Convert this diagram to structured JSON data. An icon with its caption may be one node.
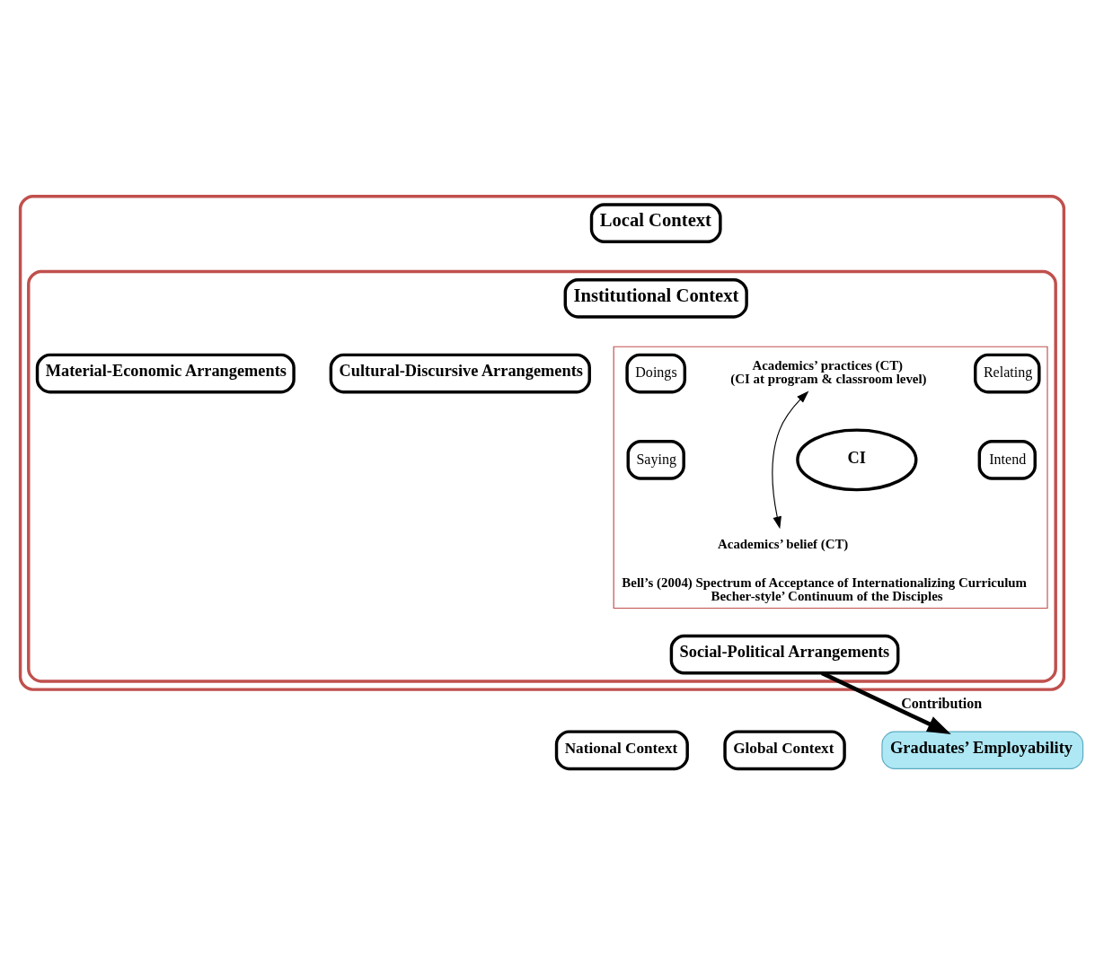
{
  "diagram": {
    "nodes": [
      {
        "text": [],
        "shape": "box"
      },
      {
        "text": [
          "Local Context"
        ],
        "in": 0
      },
      {
        "text": [],
        "shape": "box",
        "in": 0
      },
      {
        "text": [
          "Institutional Context"
        ],
        "in": 2
      },
      {
        "text": [
          "Material-Economic Arrangements"
        ],
        "in": 2
      },
      {
        "text": [
          "Cultural-Discursive Arrangements"
        ],
        "in": 2
      },
      {
        "text": [
          "Bell’s (2004) Spectrum of Acceptance of Internationalizing Curriculum",
          "Becher-style’ Continuum of the Disciples"
        ],
        "in": 2
      },
      {
        "text": [
          "Doings"
        ],
        "in": 6
      },
      {
        "text": [
          "Academics’ practices (CT)",
          "(CI at program & classroom level)"
        ],
        "in": 6
      },
      {
        "text": [
          "Relating"
        ],
        "in": 6
      },
      {
        "text": [
          "CI"
        ],
        "in": 6
      },
      {
        "text": [
          "Saying"
        ],
        "in": 6
      },
      {
        "text": [
          "Academics’ belief (CT)"
        ],
        "in": 6
      },
      {
        "text": [
          "Intend"
        ],
        "in": 6
      },
      {
        "text": [
          "Social-Political Arrangements"
        ],
        "in": 2
      },
      {
        "text": [
          "National Context"
        ]
      },
      {
        "text": [
          "Global Context"
        ]
      },
      {
        "text": [
          "Graduates’ Employability"
        ]
      }
    ],
    "edges": [
      {
        "from": 8,
        "to": 12,
        "arrow": "both"
      },
      {
        "from": 14,
        "to": 17,
        "arrow": "to",
        "label": "Contribution",
        "style": "thick"
      }
    ]
  }
}
